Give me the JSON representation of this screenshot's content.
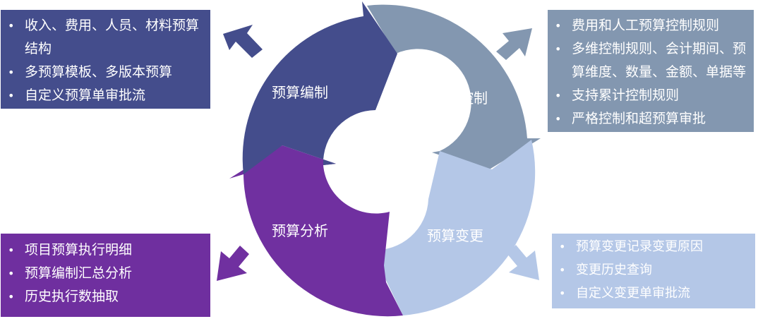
{
  "cycle": {
    "segments": [
      {
        "label": "预算编制",
        "color": "#444d8c"
      },
      {
        "label": "预算控制",
        "color": "#8397b0"
      },
      {
        "label": "预算变更",
        "color": "#b4c7e7"
      },
      {
        "label": "预算分析",
        "color": "#7030a0"
      }
    ]
  },
  "panels": {
    "top_left": {
      "color": "#444d8c",
      "items": [
        "收入、费用、人员、材料预算结构",
        "多预算模板、多版本预算",
        "自定义预算单审批流"
      ]
    },
    "top_right": {
      "color": "#8397b0",
      "items": [
        "费用和人工预算控制规则",
        "多维控制规则、会计期间、预算维度、数量、金额、单据等",
        "支持累计控制规则",
        "严格控制和超预算审批"
      ]
    },
    "bottom_right": {
      "color": "#b4c7e7",
      "items": [
        "预算变更记录变更原因",
        "变更历史查询",
        "自定义变更单审批流"
      ]
    },
    "bottom_left": {
      "color": "#7030a0",
      "items": [
        "项目预算执行明细",
        "预算编制汇总分析",
        "历史执行数抽取"
      ]
    }
  }
}
